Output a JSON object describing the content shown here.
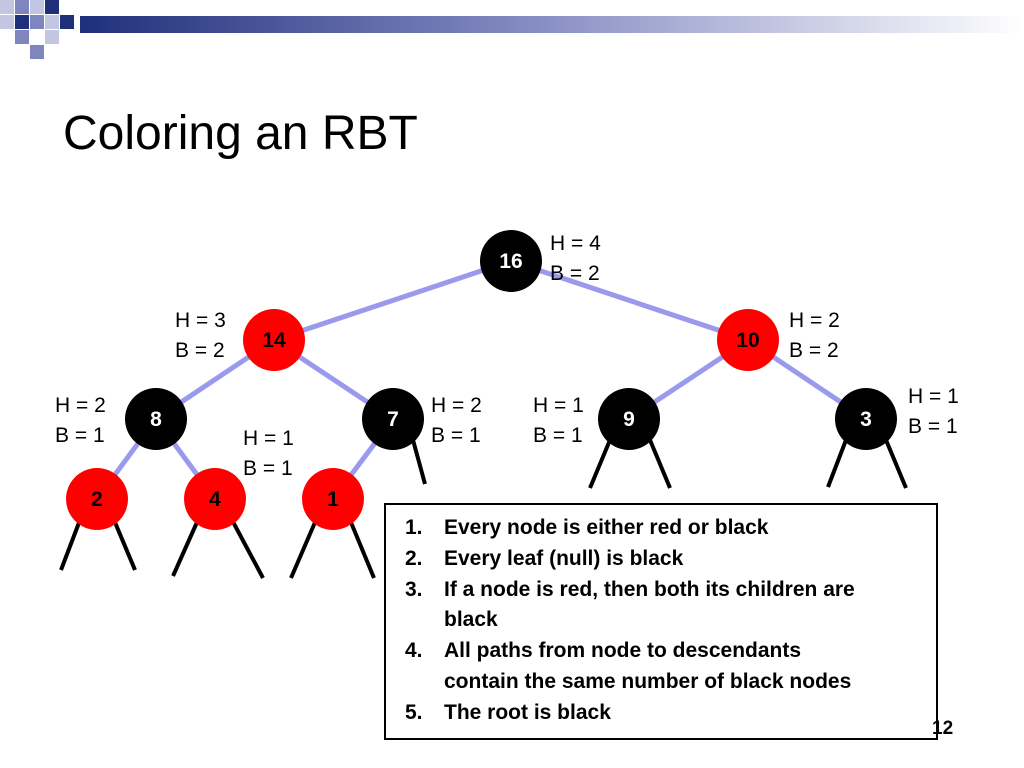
{
  "slide": {
    "title": "Coloring an RBT",
    "page_number": "12"
  },
  "colors": {
    "red_node": "#ff0000",
    "black_node": "#000000",
    "edge": "#9999ee",
    "null_leaf": "#000000",
    "deco_navy": "#1f2f7a",
    "deco_mid": "#7f86bf",
    "deco_light": "#c3c6e2"
  },
  "tree": {
    "nodes": [
      {
        "id": "n16",
        "key": "16",
        "color": "black",
        "h": "H = 4",
        "b": "B = 2"
      },
      {
        "id": "n14",
        "key": "14",
        "color": "red",
        "h": "H = 3",
        "b": "B = 2"
      },
      {
        "id": "n10",
        "key": "10",
        "color": "red",
        "h": "H = 2",
        "b": "B = 2"
      },
      {
        "id": "n8",
        "key": "8",
        "color": "black",
        "h": "H = 2",
        "b": "B = 1"
      },
      {
        "id": "n7",
        "key": "7",
        "color": "black",
        "h": "H = 2",
        "b": "B = 1"
      },
      {
        "id": "n9",
        "key": "9",
        "color": "black",
        "h": "H = 1",
        "b": "B = 1"
      },
      {
        "id": "n3",
        "key": "3",
        "color": "black",
        "h": "H = 1",
        "b": "B = 1"
      },
      {
        "id": "n2",
        "key": "2",
        "color": "red"
      },
      {
        "id": "n4",
        "key": "4",
        "color": "red"
      },
      {
        "id": "n1",
        "key": "1",
        "color": "red",
        "h": "H = 1",
        "b": "B = 1"
      }
    ],
    "edges": [
      [
        "n16",
        "n14"
      ],
      [
        "n16",
        "n10"
      ],
      [
        "n14",
        "n8"
      ],
      [
        "n14",
        "n7"
      ],
      [
        "n10",
        "n9"
      ],
      [
        "n10",
        "n3"
      ],
      [
        "n8",
        "n2"
      ],
      [
        "n8",
        "n4"
      ],
      [
        "n7",
        "n1"
      ]
    ]
  },
  "rules": [
    {
      "num": "1.",
      "lines": [
        "Every node is either red or black"
      ]
    },
    {
      "num": "2.",
      "lines": [
        "Every leaf (null) is black"
      ]
    },
    {
      "num": "3.",
      "lines": [
        "If a node is red, then both its children are",
        "black"
      ]
    },
    {
      "num": "4.",
      "lines": [
        "All paths from node to descendants",
        "contain the same number of black nodes"
      ]
    },
    {
      "num": "5.",
      "lines": [
        "The root is black"
      ]
    }
  ]
}
